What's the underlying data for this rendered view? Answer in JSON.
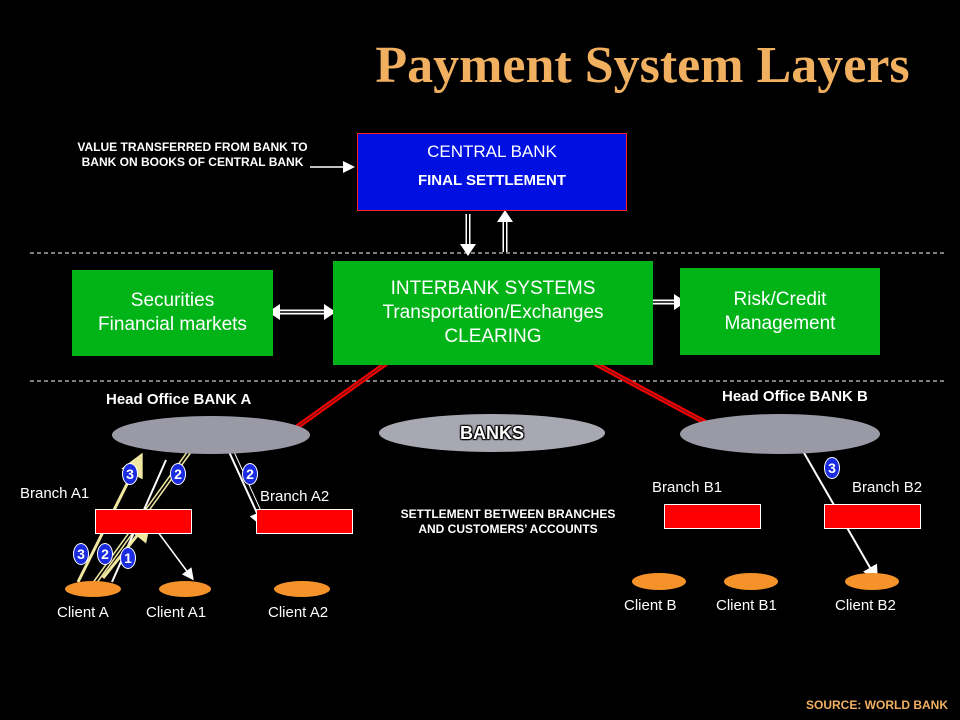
{
  "title": "Payment System Layers",
  "value_note": "VALUE TRANSFERRED FROM BANK TO BANK ON BOOKS OF CENTRAL BANK",
  "central_bank": {
    "name": "CENTRAL BANK",
    "subtitle": "FINAL SETTLEMENT"
  },
  "securities": {
    "line1": "Securities",
    "line2": "Financial markets"
  },
  "interbank": {
    "line1": "INTERBANK SYSTEMS",
    "line2": "Transportation/Exchanges",
    "line3": "CLEARING"
  },
  "risk": {
    "line1": "Risk/Credit",
    "line2": "Management"
  },
  "bank_a": {
    "head_office": "Head Office BANK A",
    "branch1": "Branch A1",
    "branch2": "Branch A2",
    "client_a": "Client A",
    "client_a1": "Client A1",
    "client_a2": "Client A2"
  },
  "bank_b": {
    "head_office": "Head Office BANK B",
    "branch1": "Branch B1",
    "branch2": "Branch B2",
    "client_b": "Client B",
    "client_b1": "Client B1",
    "client_b2": "Client B2"
  },
  "banks_label": "BANKS",
  "settlement_note": "SETTLEMENT BETWEEN BRANCHES AND CUSTOMERS’ ACCOUNTS",
  "badges": {
    "a_top_3": "3",
    "a_top_2a": "2",
    "a_top_2b": "2",
    "a_low_3": "3",
    "a_low_2": "2",
    "a_low_1": "1",
    "b_3": "3"
  },
  "source": "SOURCE: WORLD BANK",
  "colors": {
    "title": "#f0b060",
    "central_bank": "#0010e0",
    "green_box": "#00b418",
    "branch": "#ff0000",
    "client": "#f5922a",
    "office": "#9a9aa6",
    "badge": "#1a2be0",
    "interbank_arrow": "#ff0000"
  }
}
